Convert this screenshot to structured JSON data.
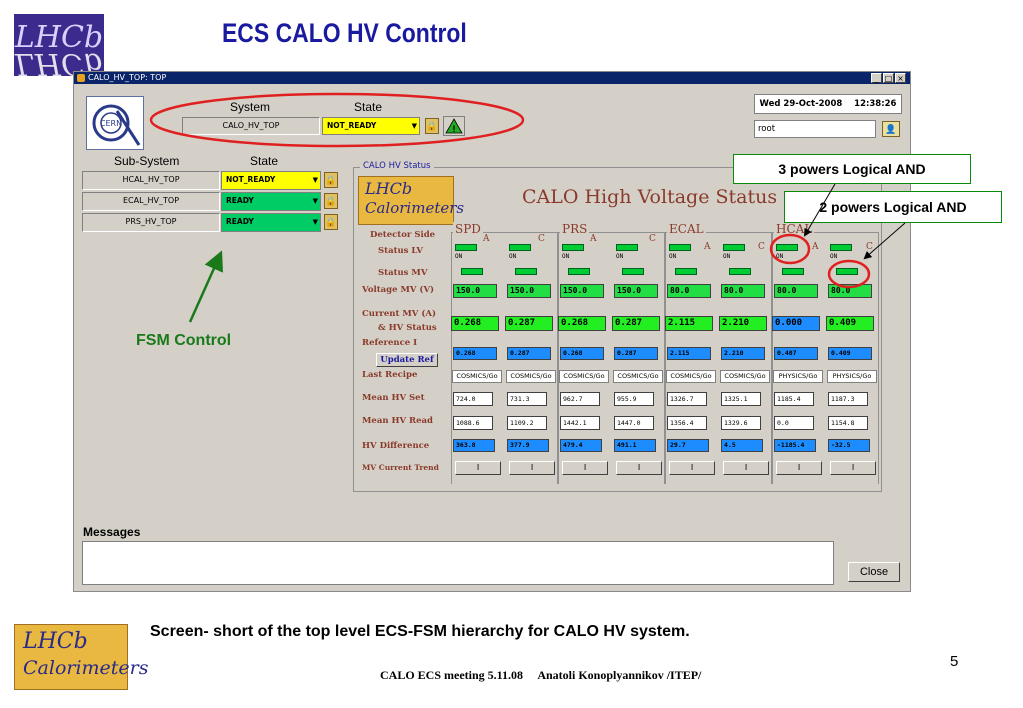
{
  "slide": {
    "logo_text": "LHCb",
    "title": "ECS CALO HV Control",
    "caption": "Screen- short of the top level ECS-FSM hierarchy for CALO HV system.",
    "page_number": "5",
    "footer": "CALO ECS meeting 5.11.08     Anatoli Konoplyannikov /ITEP/",
    "bottom_logo_line1": "LHCb",
    "bottom_logo_line2": "Calorimeters"
  },
  "window": {
    "title": "CALO_HV_TOP: TOP",
    "btn_min": "_",
    "btn_max": "□",
    "btn_close": "×",
    "cern_logo": "CERN",
    "date": "Wed 29-Oct-2008",
    "time": "12:38:26",
    "user": "root",
    "system_header": "System",
    "state_header": "State",
    "system_name": "CALO_HV_TOP",
    "system_state": "NOT_READY",
    "subsystem_header": "Sub-System",
    "subsystem_state_header": "State",
    "subsystems": [
      {
        "name": "HCAL_HV_TOP",
        "state": "NOT_READY",
        "color": "#ffff00"
      },
      {
        "name": "ECAL_HV_TOP",
        "state": "READY",
        "color": "#00cc66"
      },
      {
        "name": "PRS_HV_TOP",
        "state": "READY",
        "color": "#00cc66"
      }
    ],
    "messages_label": "Messages",
    "close_label": "Close"
  },
  "hv_panel": {
    "caption": "CALO HV Status",
    "logo_line1": "LHCb",
    "logo_line2": "Calorimeters",
    "title": "CALO High Voltage Status",
    "row_labels": {
      "detector_side": "Detector Side",
      "status_lv": "Status LV",
      "status_mv": "Status MV",
      "voltage_mv": "Voltage MV (V)",
      "current_mv": "Current MV (A)",
      "hv_status": "& HV Status",
      "reference": "Reference I",
      "update_ref": "Update Ref",
      "last_recipe": "Last Recipe",
      "mean_hv_set": "Mean HV Set",
      "mean_hv_read": "Mean HV Read",
      "hv_difference": "HV Difference",
      "mv_current_trend": "MV Current Trend"
    },
    "groups": [
      {
        "name": "SPD",
        "sides": [
          "A",
          "C"
        ]
      },
      {
        "name": "PRS",
        "sides": [
          "A",
          "C"
        ]
      },
      {
        "name": "ECAL",
        "sides": [
          "A",
          "C"
        ]
      },
      {
        "name": "HCAL",
        "sides": [
          "A",
          "C"
        ]
      }
    ],
    "on_text": "ON",
    "trend_btn": "I",
    "columns": [
      {
        "voltage": "150.0",
        "current": "0.268",
        "reference": "0.268",
        "recipe": "COSMICS/Go",
        "hv_set": "724.0",
        "hv_read": "1088.6",
        "hv_diff": "363.8"
      },
      {
        "voltage": "150.0",
        "current": "0.287",
        "reference": "0.287",
        "recipe": "COSMICS/Go",
        "hv_set": "731.3",
        "hv_read": "1109.2",
        "hv_diff": "377.9"
      },
      {
        "voltage": "150.0",
        "current": "0.268",
        "reference": "0.268",
        "recipe": "COSMICS/Go",
        "hv_set": "962.7",
        "hv_read": "1442.1",
        "hv_diff": "479.4"
      },
      {
        "voltage": "150.0",
        "current": "0.287",
        "reference": "0.287",
        "recipe": "COSMICS/Go",
        "hv_set": "955.9",
        "hv_read": "1447.0",
        "hv_diff": "491.1"
      },
      {
        "voltage": "80.0",
        "current": "2.115",
        "reference": "2.115",
        "recipe": "COSMICS/Go",
        "hv_set": "1326.7",
        "hv_read": "1356.4",
        "hv_diff": "29.7"
      },
      {
        "voltage": "80.0",
        "current": "2.210",
        "reference": "2.210",
        "recipe": "COSMICS/Go",
        "hv_set": "1325.1",
        "hv_read": "1329.6",
        "hv_diff": "4.5"
      },
      {
        "voltage": "80.0",
        "current": "0.000",
        "reference": "0.407",
        "recipe": "PHYSICS/Go",
        "hv_set": "1185.4",
        "hv_read": "0.0",
        "hv_diff": "-1185.4"
      },
      {
        "voltage": "80.0",
        "current": "0.409",
        "reference": "0.409",
        "recipe": "PHYSICS/Go",
        "hv_set": "1187.3",
        "hv_read": "1154.8",
        "hv_diff": "-32.5"
      }
    ]
  },
  "annotations": {
    "three_powers": "3 powers Logical AND",
    "two_powers": "2 powers Logical AND",
    "fsm_control": "FSM Control"
  }
}
